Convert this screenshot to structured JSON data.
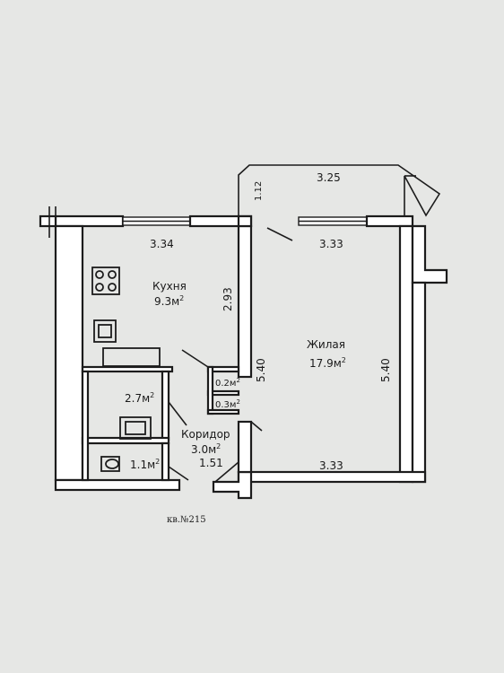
{
  "rooms": {
    "kitchen": {
      "name": "Кухня",
      "area": "9.3м",
      "sup": "2"
    },
    "living": {
      "name": "Жилая",
      "area": "17.9м",
      "sup": "2"
    },
    "corridor": {
      "name": "Коридор",
      "area": "3.0м",
      "sup": "2"
    },
    "bathroom": {
      "area": "2.7м",
      "sup": "2"
    },
    "toilet": {
      "area": "1.1м",
      "sup": "2"
    },
    "closet_small": {
      "area": "0.2м",
      "sup": "2"
    },
    "closet_medium": {
      "area": "0.3м",
      "sup": "2"
    }
  },
  "dimensions": {
    "balcony_width": "3.25",
    "balcony_depth": "1.12",
    "kitchen_width": "3.34",
    "kitchen_depth": "2.93",
    "living_width_top": "3.33",
    "living_width_bottom": "3.33",
    "living_height_left": "5.40",
    "living_height_right": "5.40",
    "corridor_width": "1.51"
  },
  "apartment_label": "кв.№215"
}
